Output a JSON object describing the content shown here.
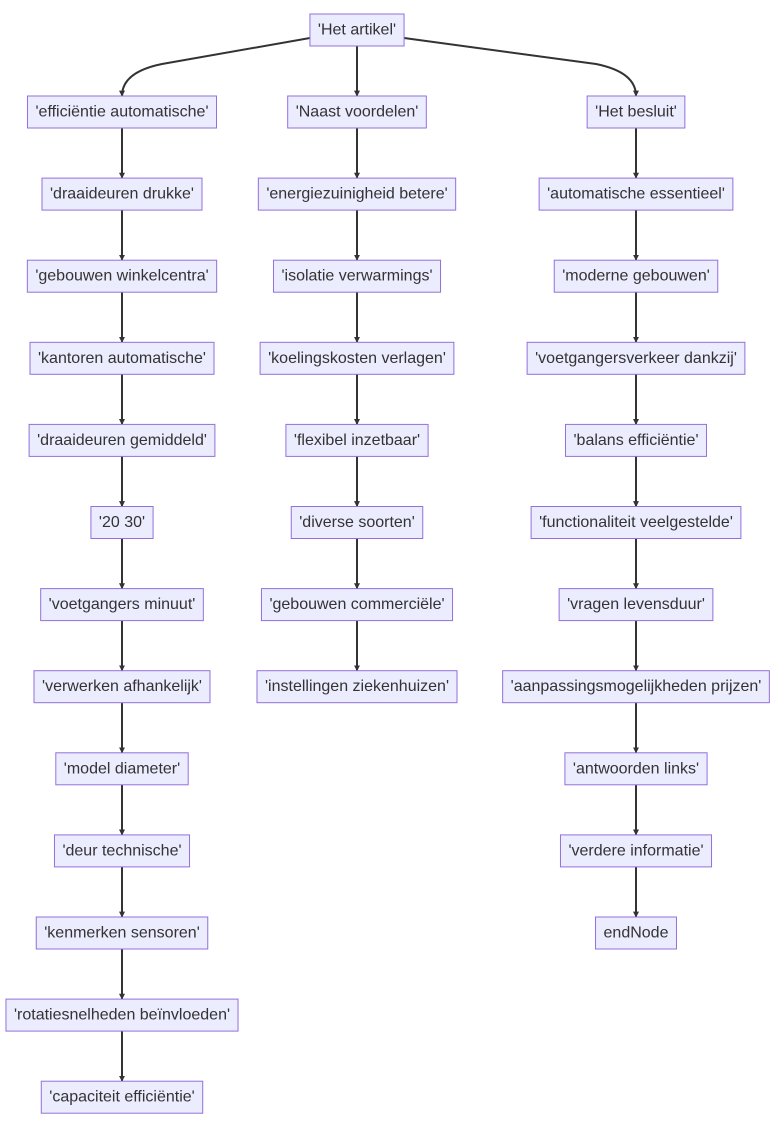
{
  "diagram": {
    "type": "flowchart",
    "direction": "top-down",
    "colors": {
      "node_fill": "#ECECFF",
      "node_border": "#9370DB",
      "edge": "#333333",
      "text": "#333333"
    },
    "nodes": {
      "root": "'Het artikel'",
      "a1": "'efficiëntie automatische'",
      "a2": "'draaideuren drukke'",
      "a3": "'gebouwen winkelcentra'",
      "a4": "'kantoren automatische'",
      "a5": "'draaideuren gemiddeld'",
      "a6": "'20 30'",
      "a7": "'voetgangers minuut'",
      "a8": "'verwerken afhankelijk'",
      "a9": "'model diameter'",
      "a10": "'deur technische'",
      "a11": "'kenmerken sensoren'",
      "a12": "'rotatiesnelheden beïnvloeden'",
      "a13": "'capaciteit efficiëntie'",
      "b1": "'Naast voordelen'",
      "b2": "'energiezuinigheid betere'",
      "b3": "'isolatie verwarmings'",
      "b4": "'koelingskosten verlagen'",
      "b5": "'flexibel inzetbaar'",
      "b6": "'diverse soorten'",
      "b7": "'gebouwen commerciële'",
      "b8": "'instellingen ziekenhuizen'",
      "c1": "'Het besluit'",
      "c2": "'automatische essentieel'",
      "c3": "'moderne gebouwen'",
      "c4": "'voetgangersverkeer dankzij'",
      "c5": "'balans efficiëntie'",
      "c6": "'functionaliteit veelgestelde'",
      "c7": "'vragen levensduur'",
      "c8": "'aanpassingsmogelijkheden prijzen'",
      "c9": "'antwoorden links'",
      "c10": "'verdere informatie'",
      "c11": "endNode"
    },
    "edges": [
      [
        "root",
        "a1"
      ],
      [
        "root",
        "b1"
      ],
      [
        "root",
        "c1"
      ],
      [
        "a1",
        "a2"
      ],
      [
        "a2",
        "a3"
      ],
      [
        "a3",
        "a4"
      ],
      [
        "a4",
        "a5"
      ],
      [
        "a5",
        "a6"
      ],
      [
        "a6",
        "a7"
      ],
      [
        "a7",
        "a8"
      ],
      [
        "a8",
        "a9"
      ],
      [
        "a9",
        "a10"
      ],
      [
        "a10",
        "a11"
      ],
      [
        "a11",
        "a12"
      ],
      [
        "a12",
        "a13"
      ],
      [
        "b1",
        "b2"
      ],
      [
        "b2",
        "b3"
      ],
      [
        "b3",
        "b4"
      ],
      [
        "b4",
        "b5"
      ],
      [
        "b5",
        "b6"
      ],
      [
        "b6",
        "b7"
      ],
      [
        "b7",
        "b8"
      ],
      [
        "c1",
        "c2"
      ],
      [
        "c2",
        "c3"
      ],
      [
        "c3",
        "c4"
      ],
      [
        "c4",
        "c5"
      ],
      [
        "c5",
        "c6"
      ],
      [
        "c6",
        "c7"
      ],
      [
        "c7",
        "c8"
      ],
      [
        "c8",
        "c9"
      ],
      [
        "c9",
        "c10"
      ],
      [
        "c10",
        "c11"
      ]
    ]
  }
}
